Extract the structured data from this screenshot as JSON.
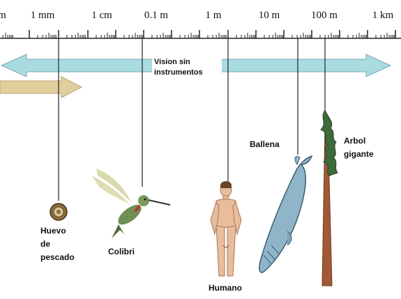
{
  "scale": {
    "labels": [
      {
        "id": "scale-label-m-cut",
        "text": "m"
      },
      {
        "id": "scale-label-1mm",
        "text": "1 mm"
      },
      {
        "id": "scale-label-1cm",
        "text": "1 cm"
      },
      {
        "id": "scale-label-0-1m",
        "text": "0.1 m"
      },
      {
        "id": "scale-label-1m",
        "text": "1 m"
      },
      {
        "id": "scale-label-10m",
        "text": "10 m"
      },
      {
        "id": "scale-label-100m",
        "text": "100 m"
      },
      {
        "id": "scale-label-1km",
        "text": "1 km"
      }
    ]
  },
  "arrow": {
    "label_line1": "Vision sin",
    "label_line2": "instrumentos",
    "color": "#a9dce0"
  },
  "side_arrow_color": "#e0cf9c",
  "objects": {
    "fish_egg": {
      "line1": "Huevo",
      "line2": "de",
      "line3": "pescado"
    },
    "hummingbird": {
      "label": "Colibri"
    },
    "human": {
      "label": "Humano"
    },
    "whale": {
      "label": "Ballena"
    },
    "tree": {
      "line1": "Arbol",
      "line2": "gigante"
    }
  }
}
